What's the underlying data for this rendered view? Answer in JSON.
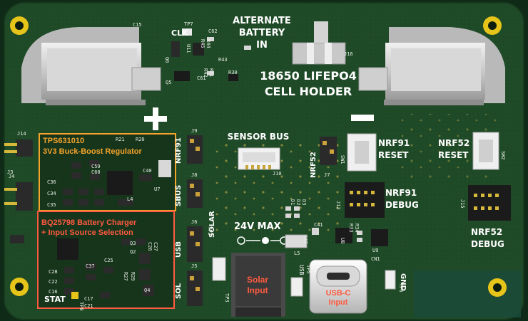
{
  "board": {
    "header_left": "ALTERNATE",
    "header_mid": "BATTERY",
    "header_right": "IN",
    "holder_line1": "18650 LIFEPO4",
    "holder_line2": "CELL HOLDER",
    "plus_sign": "+",
    "minus_sign": "–",
    "sensor_bus": "SENSOR BUS",
    "voltage_max": "24V  MAX",
    "clk": "CLK",
    "stat": "STAT",
    "gnd": "GND",
    "nrf91_reset_1": "NRF91",
    "nrf91_reset_2": "RESET",
    "nrf52_reset_1": "NRF52",
    "nrf52_reset_2": "RESET",
    "nrf91_debug_1": "NRF91",
    "nrf91_debug_2": "DEBUG",
    "nrf52_debug_1": "NRF52",
    "nrf52_debug_2": "DEBUG",
    "conn_nrf91": "NRF91",
    "conn_sbus": "SBUS",
    "conn_solar": "SOLAR",
    "conn_usb": "USB",
    "conn_sol": "SOL",
    "conn_nrf52": "NRF52",
    "usb_small": "USB",
    "bat": "BAT"
  },
  "annotations": {
    "regulator_line1": "TPS631010",
    "regulator_line2": "3V3 Buck-Boost Regulator",
    "charger_line1": "BQ25798 Battery Charger",
    "charger_line2": "+ Input Source Selection",
    "solar_line1": "Solar",
    "solar_line2": "Input",
    "usbc_line1": "USB-C",
    "usbc_line2": "Input"
  },
  "refdes": [
    "TP7",
    "C62",
    "R45",
    "R44",
    "U11",
    "R43",
    "C15",
    "Q6",
    "R42",
    "R41",
    "C61",
    "Q5",
    "R30",
    "J16",
    "J14",
    "J3",
    "J4",
    "J9",
    "J8",
    "J6",
    "J5",
    "J10",
    "J7",
    "SW1",
    "SW2",
    "J12",
    "J15",
    "C59",
    "C60",
    "C40",
    "R21",
    "R20",
    "C36",
    "C34",
    "L4",
    "U7",
    "C35",
    "C25",
    "Q3",
    "Q2",
    "Q4",
    "C28",
    "C22",
    "C16",
    "C21",
    "C17",
    "C37",
    "R27",
    "R29",
    "C26",
    "C27",
    "TP2",
    "TP3",
    "TP5",
    "TP6",
    "TP8",
    "R33",
    "R34",
    "U8",
    "U9",
    "C41",
    "CN1",
    "D1",
    "D2",
    "D3",
    "L5",
    "C47"
  ],
  "colors": {
    "pcb": "#1f4a27",
    "silkscreen": "#ffffff",
    "regulator_box": "#f4a32b",
    "charger_box": "#ff5a40",
    "mounting_hole": "#e7c419"
  }
}
